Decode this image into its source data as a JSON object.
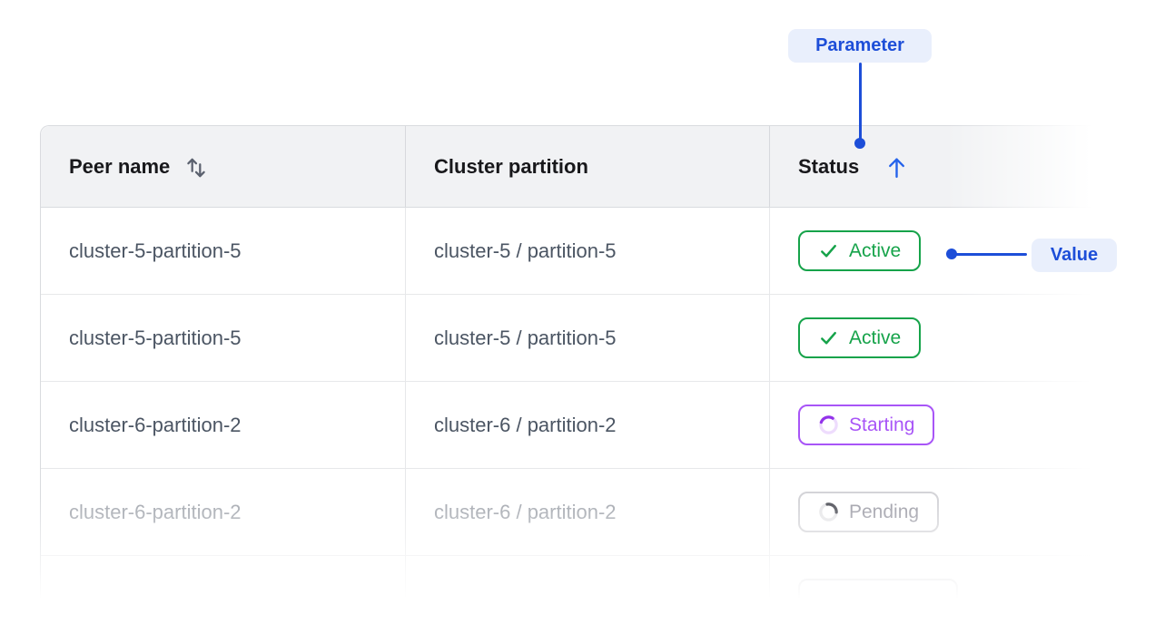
{
  "colors": {
    "accent": "#1d4ed8",
    "sort_arrow": "#2563eb",
    "active": "#16a34a",
    "starting": "#a855f7",
    "pending_text": "#a1a1aa",
    "header_bg": "#f1f2f4"
  },
  "annotations": {
    "parameter": {
      "label": "Parameter"
    },
    "value": {
      "label": "Value"
    }
  },
  "table": {
    "columns": [
      {
        "label": "Peer name",
        "sort": "sortable"
      },
      {
        "label": "Cluster partition",
        "sort": "none"
      },
      {
        "label": "Status",
        "sort": "ascending"
      }
    ],
    "rows": [
      {
        "peer": "cluster-5-partition-5",
        "partition": "cluster-5 / partition-5",
        "status": "Active",
        "status_type": "active",
        "muted": false
      },
      {
        "peer": "cluster-5-partition-5",
        "partition": "cluster-5 / partition-5",
        "status": "Active",
        "status_type": "active",
        "muted": false
      },
      {
        "peer": "cluster-6-partition-2",
        "partition": "cluster-6 / partition-2",
        "status": "Starting",
        "status_type": "starting",
        "muted": false
      },
      {
        "peer": "cluster-6-partition-2",
        "partition": "cluster-6 / partition-2",
        "status": "Pending",
        "status_type": "pending",
        "muted": true
      },
      {
        "peer": "",
        "partition": "",
        "status": "",
        "status_type": "cutoff",
        "muted": true
      }
    ]
  }
}
